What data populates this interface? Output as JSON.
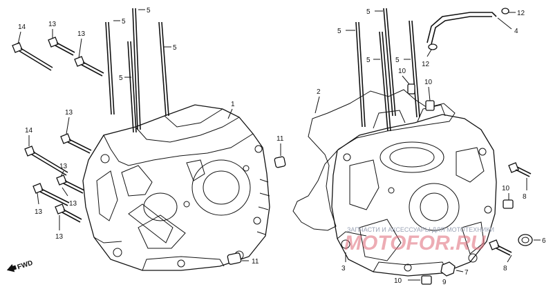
{
  "labels": {
    "n1": "1",
    "n2": "2",
    "n3": "3",
    "n4": "4",
    "n5": "5",
    "n6": "6",
    "n7": "7",
    "n8": "8",
    "n9": "9",
    "n10": "10",
    "n11": "11",
    "n12": "12",
    "n13": "13",
    "n14": "14"
  },
  "fwd_label": "FWD",
  "watermark": {
    "text": "ЗАПЧАСТИ И АКСЕССУАРЫ ДЛЯ МОТОТЕХНИКИ",
    "logo": "MOTOFOR.RU"
  },
  "colors": {
    "ink": "#111111",
    "watermark_text": "#9aa3b5",
    "watermark_logo": "#e06a78"
  }
}
